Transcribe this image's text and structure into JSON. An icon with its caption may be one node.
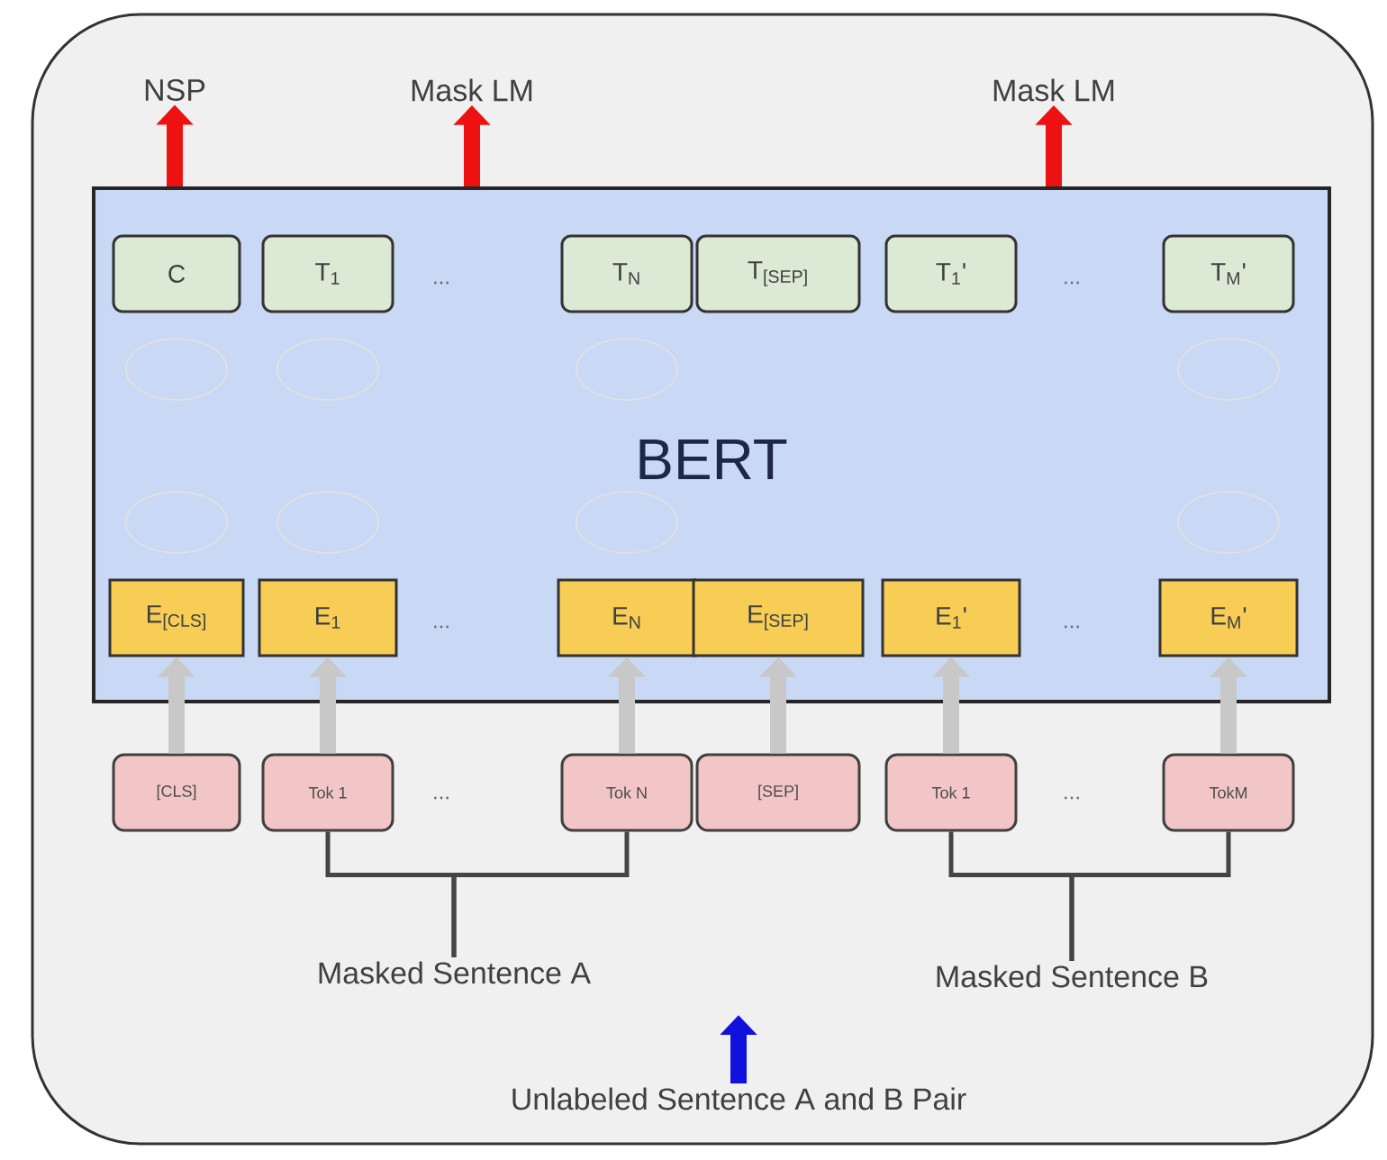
{
  "diagram": {
    "nodes": [
      {
        "text": [
          "NSP"
        ]
      },
      {
        "text": [
          "Mask LM"
        ]
      },
      {
        "text": [
          "Mask LM"
        ]
      },
      {
        "text": [
          "BERT"
        ]
      },
      {
        "text": [
          "C"
        ],
        "in": 3
      },
      {
        "text": [
          "T$_{1}$"
        ],
        "in": 3
      },
      {
        "text": [
          "T$_{N}$"
        ],
        "in": 3
      },
      {
        "text": [
          "T$_{[SEP]}$"
        ],
        "in": 3
      },
      {
        "text": [
          "T$_{1}$'"
        ],
        "in": 3
      },
      {
        "text": [
          "T$_{M}$'"
        ],
        "in": 3
      },
      {
        "text": [
          "E$_{[CLS]}$"
        ],
        "in": 3
      },
      {
        "text": [
          "E$_{1}$"
        ],
        "in": 3
      },
      {
        "text": [
          "E$_{N}$"
        ],
        "in": 3
      },
      {
        "text": [
          "E$_{[SEP]}$"
        ],
        "in": 3
      },
      {
        "text": [
          "E$_{1}$'"
        ],
        "in": 3
      },
      {
        "text": [
          "E$_{M}$'"
        ],
        "in": 3
      },
      {
        "text": [
          "[CLS]"
        ]
      },
      {
        "text": [
          "Tok 1"
        ]
      },
      {
        "text": [
          "Tok N"
        ]
      },
      {
        "text": [
          "[SEP]"
        ]
      },
      {
        "text": [
          "Tok 1"
        ]
      },
      {
        "text": [
          "TokM"
        ]
      },
      {
        "text": [
          "Masked Sentence A"
        ]
      },
      {
        "text": [
          "Masked Sentence B"
        ]
      },
      {
        "text": [
          "Unlabeled Sentence A and B Pair"
        ]
      }
    ],
    "edges": [
      {
        "from": 3,
        "to": 0,
        "arrow": "to",
        "color": "#ee1111"
      },
      {
        "from": 3,
        "to": 1,
        "arrow": "to",
        "color": "#ee1111"
      },
      {
        "from": 3,
        "to": 2,
        "arrow": "to",
        "color": "#ee1111"
      },
      {
        "from": 16,
        "to": 10,
        "arrow": "to"
      },
      {
        "from": 17,
        "to": 11,
        "arrow": "to"
      },
      {
        "from": 18,
        "to": 12,
        "arrow": "to"
      },
      {
        "from": 19,
        "to": 13,
        "arrow": "to"
      },
      {
        "from": 20,
        "to": 14,
        "arrow": "to"
      },
      {
        "from": 21,
        "to": 15,
        "arrow": "to"
      },
      {
        "from": 17,
        "to": 22,
        "arrow": "none",
        "color": "#444444"
      },
      {
        "from": 18,
        "to": 22,
        "arrow": "none",
        "color": "#444444"
      },
      {
        "from": 20,
        "to": 23,
        "arrow": "none",
        "color": "#444444"
      },
      {
        "from": 21,
        "to": 23,
        "arrow": "none",
        "color": "#444444"
      },
      {
        "from": 24,
        "to": null,
        "arrow": "to",
        "color": "#1111dd"
      }
    ],
    "labels": [
      "...",
      "...",
      "...",
      "...",
      "...",
      "..."
    ]
  }
}
